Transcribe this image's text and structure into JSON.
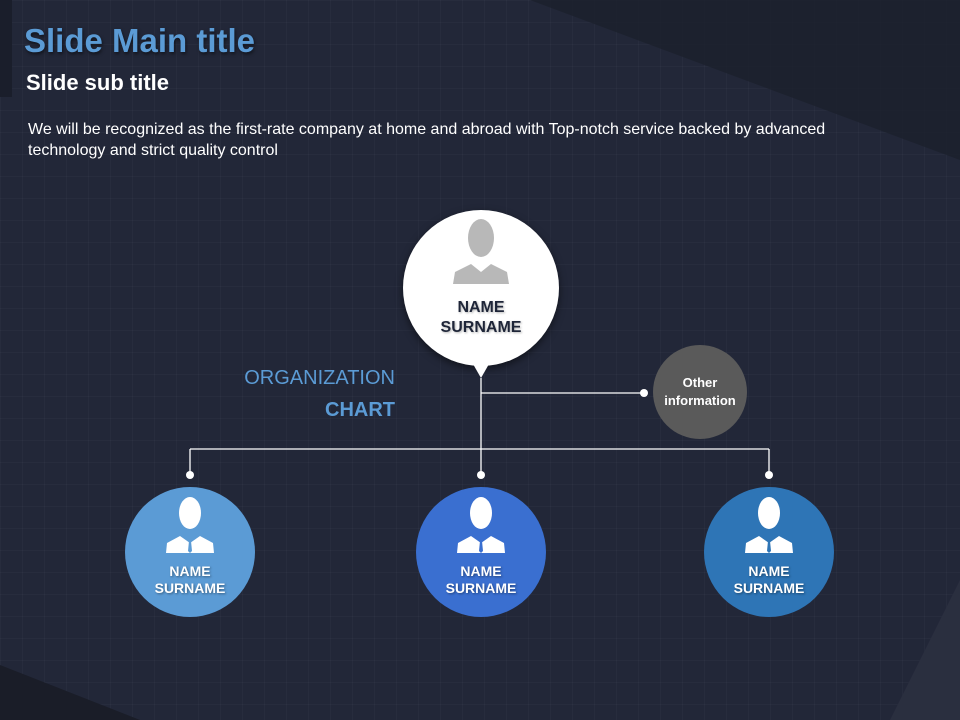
{
  "header": {
    "title": "Slide Main title",
    "subtitle": "Slide sub title",
    "description": "We will be recognized as the first-rate company at home and abroad with Top-notch service backed by advanced technology and strict quality control"
  },
  "label": {
    "line1": "ORGANIZATION",
    "line2": "CHART"
  },
  "top_node": {
    "name": "NAME",
    "surname": "SURNAME",
    "icon": "person-icon"
  },
  "other": {
    "line1": "Other",
    "line2": "information",
    "color": "#5a5a5a"
  },
  "children": [
    {
      "name": "NAME",
      "surname": "SURNAME",
      "color": "#5b9bd5"
    },
    {
      "name": "NAME",
      "surname": "SURNAME",
      "color": "#3a6fd0"
    },
    {
      "name": "NAME",
      "surname": "SURNAME",
      "color": "#2e75b6"
    }
  ]
}
